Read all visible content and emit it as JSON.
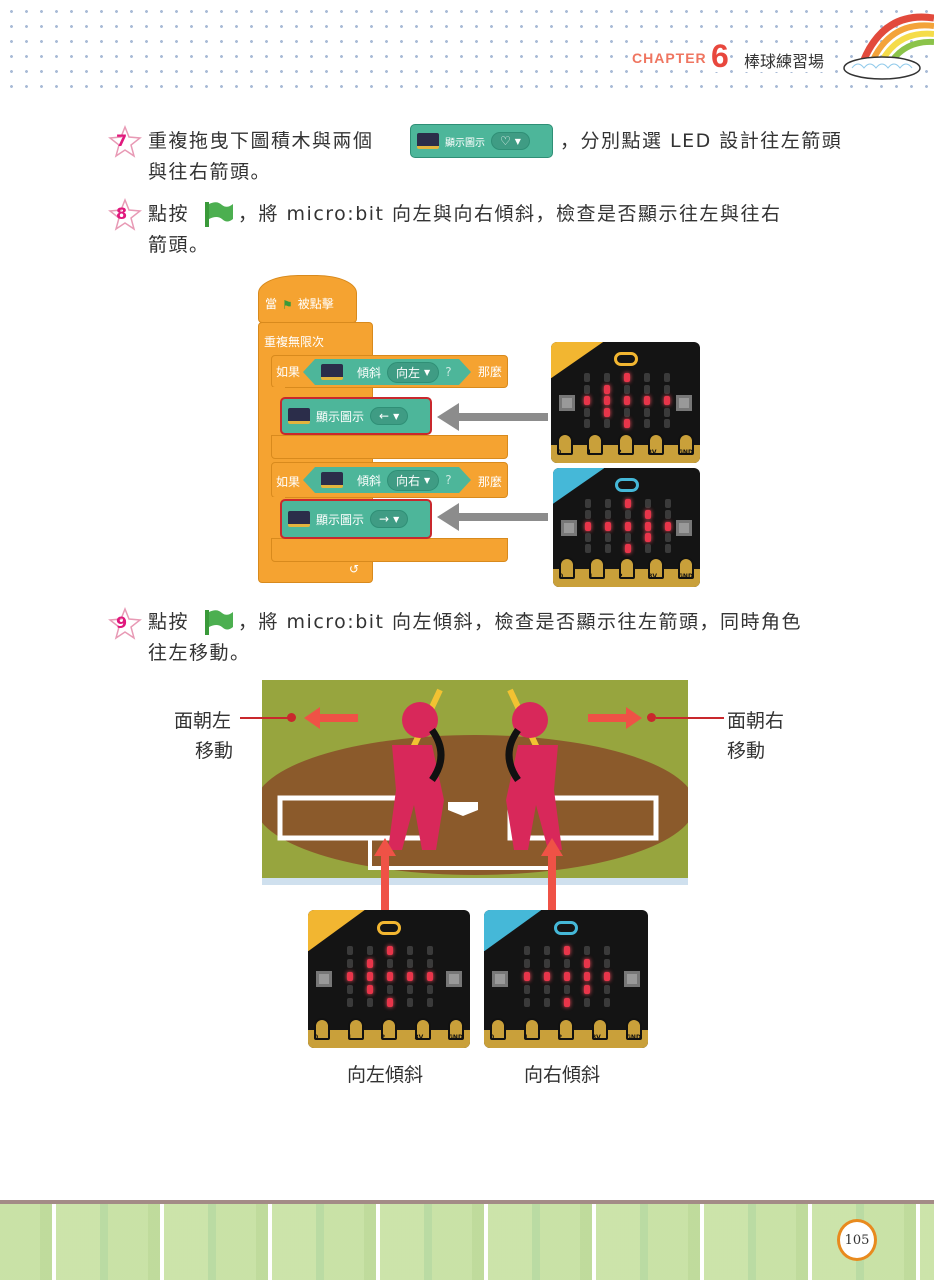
{
  "header": {
    "chapter_label": "CHAPTER",
    "chapter_number": "6",
    "chapter_title": "棒球練習場"
  },
  "steps": [
    {
      "number": "7",
      "line1_before": "重複拖曳下圖積木與兩個",
      "inline_block_label": "顯示圖示",
      "line1_after": "，分別點選 LED 設計往左箭頭",
      "line2": "與往右箭頭。"
    },
    {
      "number": "8",
      "line1_before": "點按",
      "line1_after": "，將 micro:bit 向左與向右傾斜，檢查是否顯示往左與往右",
      "line2": "箭頭。"
    },
    {
      "number": "9",
      "line1_before": "點按",
      "line1_after": "，將 micro:bit 向左傾斜，檢查是否顯示往左箭頭，同時角色",
      "line2": "往左移動。"
    }
  ],
  "code": {
    "hat": {
      "when": "當",
      "clicked": "被點擊"
    },
    "forever": "重複無限次",
    "if_blocks": [
      {
        "if": "如果",
        "tilt": "傾斜",
        "direction": "向左",
        "q": "?",
        "then": "那麼",
        "show": "顯示圖示"
      },
      {
        "if": "如果",
        "tilt": "傾斜",
        "direction": "向右",
        "q": "?",
        "then": "那麼",
        "show": "顯示圖示"
      }
    ]
  },
  "microbit": {
    "pins": [
      "0",
      "1",
      "2",
      "3V",
      "GND"
    ],
    "button_a": "A",
    "button_b": "B",
    "left_arrow": [
      [
        0,
        0,
        1,
        0,
        0
      ],
      [
        0,
        1,
        0,
        0,
        0
      ],
      [
        1,
        1,
        1,
        1,
        1
      ],
      [
        0,
        1,
        0,
        0,
        0
      ],
      [
        0,
        0,
        1,
        0,
        0
      ]
    ],
    "right_arrow": [
      [
        0,
        0,
        1,
        0,
        0
      ],
      [
        0,
        0,
        0,
        1,
        0
      ],
      [
        1,
        1,
        1,
        1,
        1
      ],
      [
        0,
        0,
        0,
        1,
        0
      ],
      [
        0,
        0,
        1,
        0,
        0
      ]
    ],
    "accent_left": "#f2b631",
    "accent_right": "#45b8d8"
  },
  "scene": {
    "face_left": "面朝左",
    "move_left": "移動",
    "face_right": "面朝右",
    "move_right": "移動",
    "caption_left": "向左傾斜",
    "caption_right": "向右傾斜"
  },
  "footer": {
    "page_number": "105"
  }
}
